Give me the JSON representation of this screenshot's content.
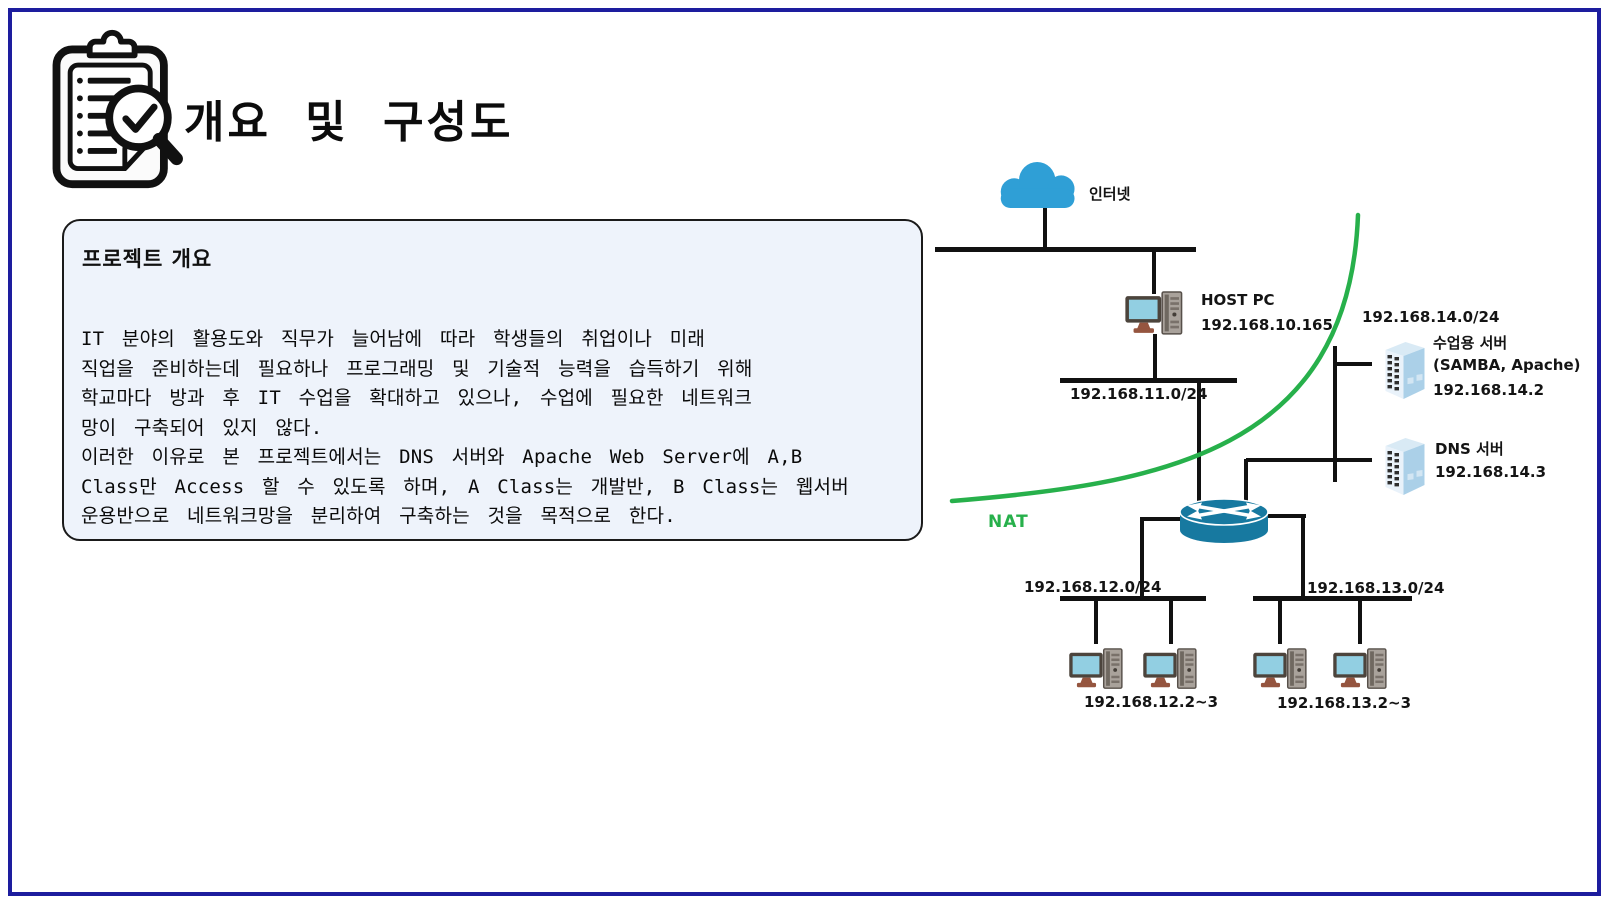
{
  "page": {
    "title": "개요 및 구성도"
  },
  "overview": {
    "heading": "프로젝트 개요",
    "lines": [
      "IT 분야의 활용도와 직무가 늘어남에 따라 학생들의 취업이나 미래",
      "직업을 준비하는데 필요하나 프로그래밍 및 기술적 능력을 습득하기 위해",
      "학교마다 방과 후 IT 수업을 확대하고 있으나, 수업에 필요한 네트워크",
      "망이 구축되어 있지 않다.",
      "이러한 이유로 본 프로젝트에서는 DNS 서버와 Apache Web Server에 A,B",
      "Class만 Access 할 수 있도록 하며, A Class는 개발반, B Class는 웹서버",
      "운용반으로 네트워크망을 분리하여 구축하는 것을 목적으로 한다."
    ]
  },
  "diagram": {
    "internet_label": "인터넷",
    "nat_label": "NAT",
    "host_pc": {
      "name": "HOST PC",
      "ip": "192.168.10.165"
    },
    "networks": {
      "lan11": "192.168.11.0/24",
      "lan14": "192.168.14.0/24",
      "lan12": "192.168.12.0/24",
      "lan13": "192.168.13.0/24"
    },
    "class_server": {
      "name": "수업용 서버",
      "detail": "(SAMBA, Apache)",
      "ip": "192.168.14.2"
    },
    "dns_server": {
      "name": "DNS 서버",
      "ip": "192.168.14.3"
    },
    "pc_group_a_ip": "192.168.12.2~3",
    "pc_group_b_ip": "192.168.13.2~3",
    "colors": {
      "frame_border": "#1d1d9e",
      "overview_box_bg": "#eef3fb",
      "cloud_blue": "#2f9fd6",
      "router_teal": "#1779a0",
      "nat_green": "#27b04b",
      "server_blue": "#abd0e8",
      "monitor_screen_blue": "#92cfe2",
      "link_line": "#111111"
    }
  }
}
